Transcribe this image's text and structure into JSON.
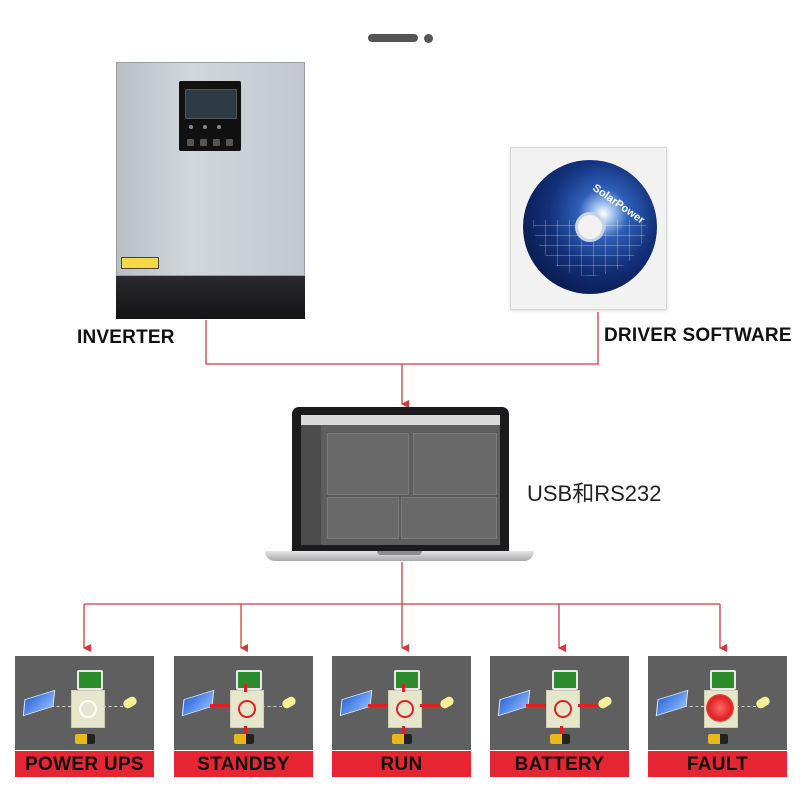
{
  "labels": {
    "inverter": "INVERTER",
    "driver_software": "DRIVER SOFTWARE",
    "connection": "USB和RS232"
  },
  "cd": {
    "brand_text": "SolarPower"
  },
  "states": [
    {
      "label": "POWER UPS",
      "mode": "power-ups"
    },
    {
      "label": "STANDBY",
      "mode": "standby"
    },
    {
      "label": "RUN",
      "mode": "run"
    },
    {
      "label": "BATTERY",
      "mode": "battery"
    },
    {
      "label": "FAULT",
      "mode": "fault"
    }
  ],
  "colors": {
    "connector": "#d23a3a",
    "label_bg": "#e52632",
    "tile_bg": "#5f5f5f"
  }
}
